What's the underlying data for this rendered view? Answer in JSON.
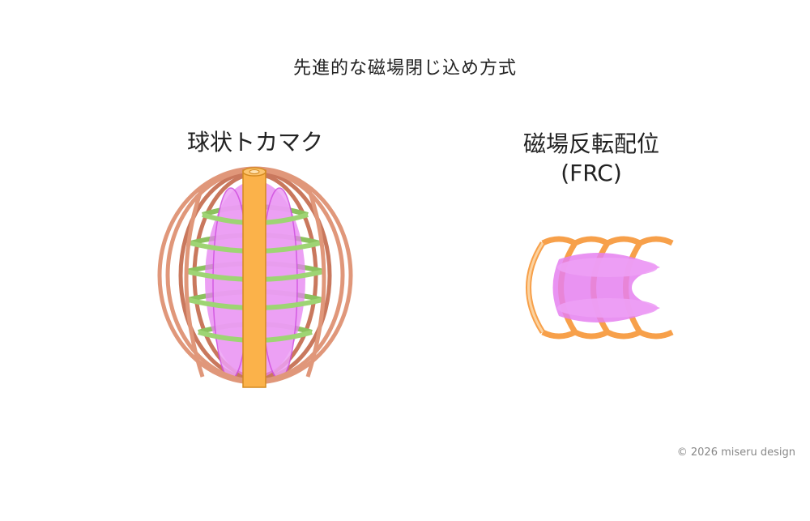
{
  "title": "先進的な磁場閉じ込め方式",
  "diagrams": [
    {
      "label": "球状トカマク",
      "type": "spherical-tokamak",
      "colors": {
        "toroidal_coils": "#e0977a",
        "poloidal_coils": "#9ed474",
        "plasma": "#e580f0",
        "center_column": "#fbb24a"
      }
    },
    {
      "label_line1": "磁場反転配位",
      "label_line2": "(FRC)",
      "type": "field-reversed-configuration",
      "colors": {
        "coils": "#f7a04a",
        "plasma": "#e580f0"
      }
    }
  ],
  "footer": {
    "copyright": "© 2026 miseru design"
  }
}
